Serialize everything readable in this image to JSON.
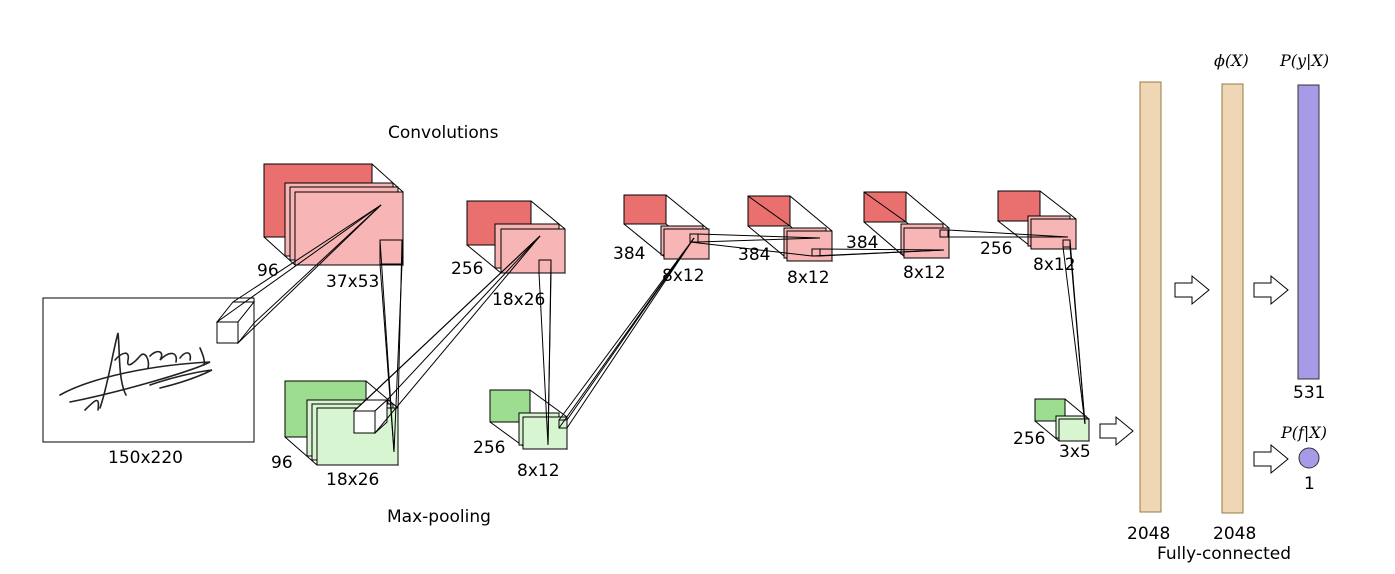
{
  "headings": {
    "convolutions": "Convolutions",
    "max_pooling": "Max-pooling",
    "fully_connected": "Fully-connected"
  },
  "input": {
    "size": "150x220"
  },
  "conv1": {
    "channels": "96",
    "size": "37x53"
  },
  "pool1": {
    "channels": "96",
    "size": "18x26"
  },
  "conv2": {
    "channels": "256",
    "size": "18x26"
  },
  "pool2": {
    "channels": "256",
    "size": "8x12"
  },
  "conv3": {
    "channels": "384",
    "size": "8x12"
  },
  "conv4": {
    "channels": "384",
    "size": "8x12"
  },
  "conv5": {
    "channels": "384",
    "size": "8x12"
  },
  "conv6": {
    "channels": "256",
    "size": "8x12"
  },
  "pool3": {
    "channels": "256",
    "size": "3x5"
  },
  "fc1": {
    "units": "2048"
  },
  "fc2": {
    "units": "2048",
    "label": "ϕ(X)"
  },
  "out_writer": {
    "units": "531",
    "label": "P(y|X)"
  },
  "out_forgery": {
    "units": "1",
    "label": "P(f|X)"
  },
  "colors": {
    "conv_dark": "#ea6f6f",
    "conv_light": "#f7b5b5",
    "pool_dark": "#9ddd8f",
    "pool_light": "#d8f5d1",
    "fc": "#efd7b5",
    "fc_border": "#9a7a45",
    "output": "#a79ae6"
  }
}
